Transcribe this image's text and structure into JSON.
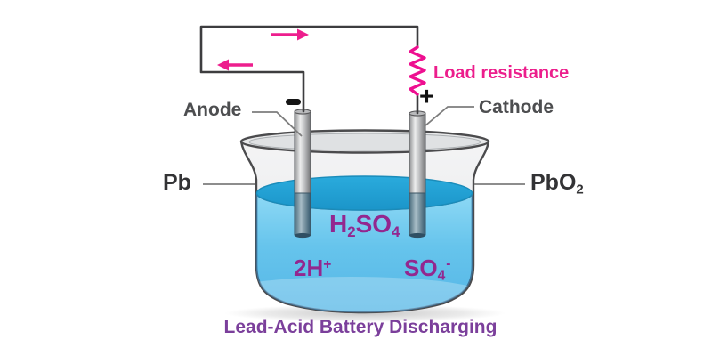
{
  "title": {
    "text": "Lead-Acid Battery Discharging"
  },
  "circuit": {
    "load_label": "Load resistance",
    "positive_sign": "+",
    "negative_sign": "-",
    "current_arrows": [
      "right",
      "left"
    ]
  },
  "electrodes": {
    "anode_label": "Anode",
    "cathode_label": "Cathode",
    "anode_material": "Pb",
    "cathode_material": {
      "base": "PbO",
      "sub": "2"
    }
  },
  "electrolyte": {
    "formula": {
      "p1": "H",
      "sub1": "2",
      "p2": "SO",
      "sub2": "4"
    },
    "hydrogen_ion": {
      "base": "2H",
      "sup": "+"
    },
    "sulfate_ion": {
      "base": "SO",
      "sub": "4",
      "sup": "-"
    }
  },
  "colors": {
    "wire": "#3d3d3f",
    "accent_magenta": "#ec1e8c",
    "ion_purple": "#93278f",
    "title_purple": "#7b3f9b",
    "label_gray": "#4d4e50",
    "liquid_light": "#86d4f2",
    "liquid_mid": "#5cbce9",
    "surface_teal": "#23a5d8",
    "glass_gray": "#ededee"
  }
}
